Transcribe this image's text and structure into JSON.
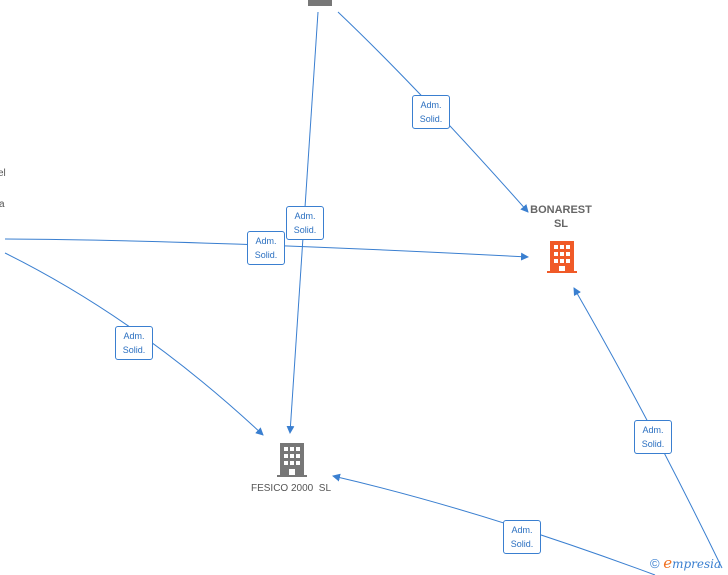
{
  "nodes": {
    "bonarest": {
      "line1": "BONAREST",
      "line2": "SL",
      "color": "#f05a28"
    },
    "fesico": {
      "label": "FESICO 2000  SL",
      "color": "#777777"
    },
    "top_building_color": "#777777"
  },
  "cut_text": {
    "frag1": "el",
    "frag2": "a"
  },
  "edges": [
    {
      "line1": "Adm.",
      "line2": "Solid."
    },
    {
      "line1": "Adm.",
      "line2": "Solid."
    },
    {
      "line1": "Adm.",
      "line2": "Solid."
    },
    {
      "line1": "Adm.",
      "line2": "Solid."
    },
    {
      "line1": "Adm.",
      "line2": "Solid."
    },
    {
      "line1": "Adm.",
      "line2": "Solid."
    }
  ],
  "edge_color": "#3a7fd0",
  "brand": {
    "copyright": "©",
    "e": "e",
    "rest": "mpresia"
  }
}
